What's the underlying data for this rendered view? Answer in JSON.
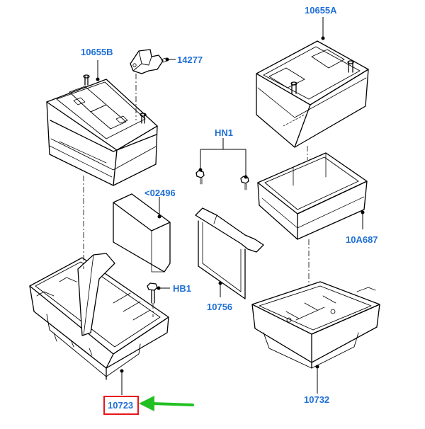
{
  "labels": {
    "p10655b": "10655B",
    "p14277": "14277",
    "p10655a": "10655A",
    "phn1": "HN1",
    "p02496": "<02496",
    "p10a687": "10A687",
    "phb1": "HB1",
    "p10756": "10756",
    "p10723": "10723",
    "p10732": "10732"
  },
  "colors": {
    "label": "#1f6fd6",
    "line": "#000000",
    "highlight_box": "#e8141b",
    "arrow": "#22c022"
  }
}
